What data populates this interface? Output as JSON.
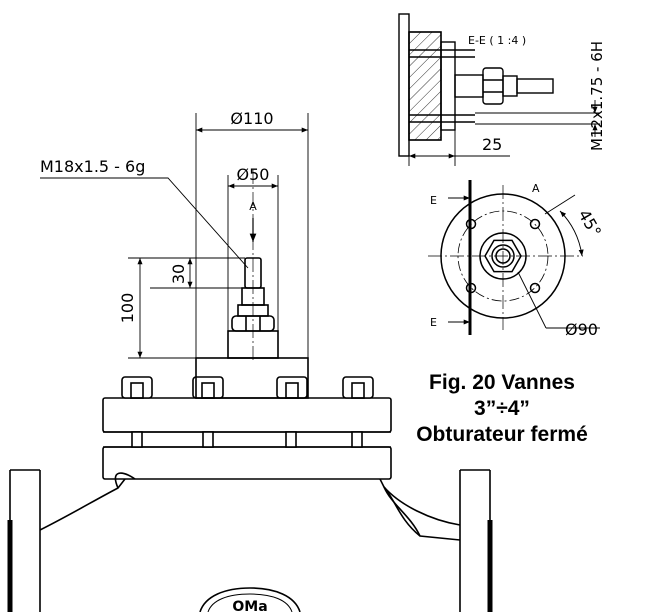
{
  "main_view": {
    "dim_diameter_flange": "Ø110",
    "dim_diameter_stem": "Ø50",
    "thread_callout": "M18x1.5 - 6g",
    "view_arrow_label": "A",
    "dim_height_100": "100",
    "dim_height_30": "30"
  },
  "section_view": {
    "title": "E-E ( 1 :4 )",
    "dim_25": "25",
    "thread_callout": "M12x1.75 - 6H"
  },
  "top_view": {
    "view_label": "A",
    "section_marker_top": "E",
    "section_marker_bottom": "E",
    "dim_angle": "45°",
    "dim_bolt_circle": "Ø90"
  },
  "caption": {
    "line1": "Fig. 20 Vannes",
    "line2": "3”÷4”",
    "line3": "Obturateur fermé"
  },
  "logo": {
    "text": "OMa"
  }
}
